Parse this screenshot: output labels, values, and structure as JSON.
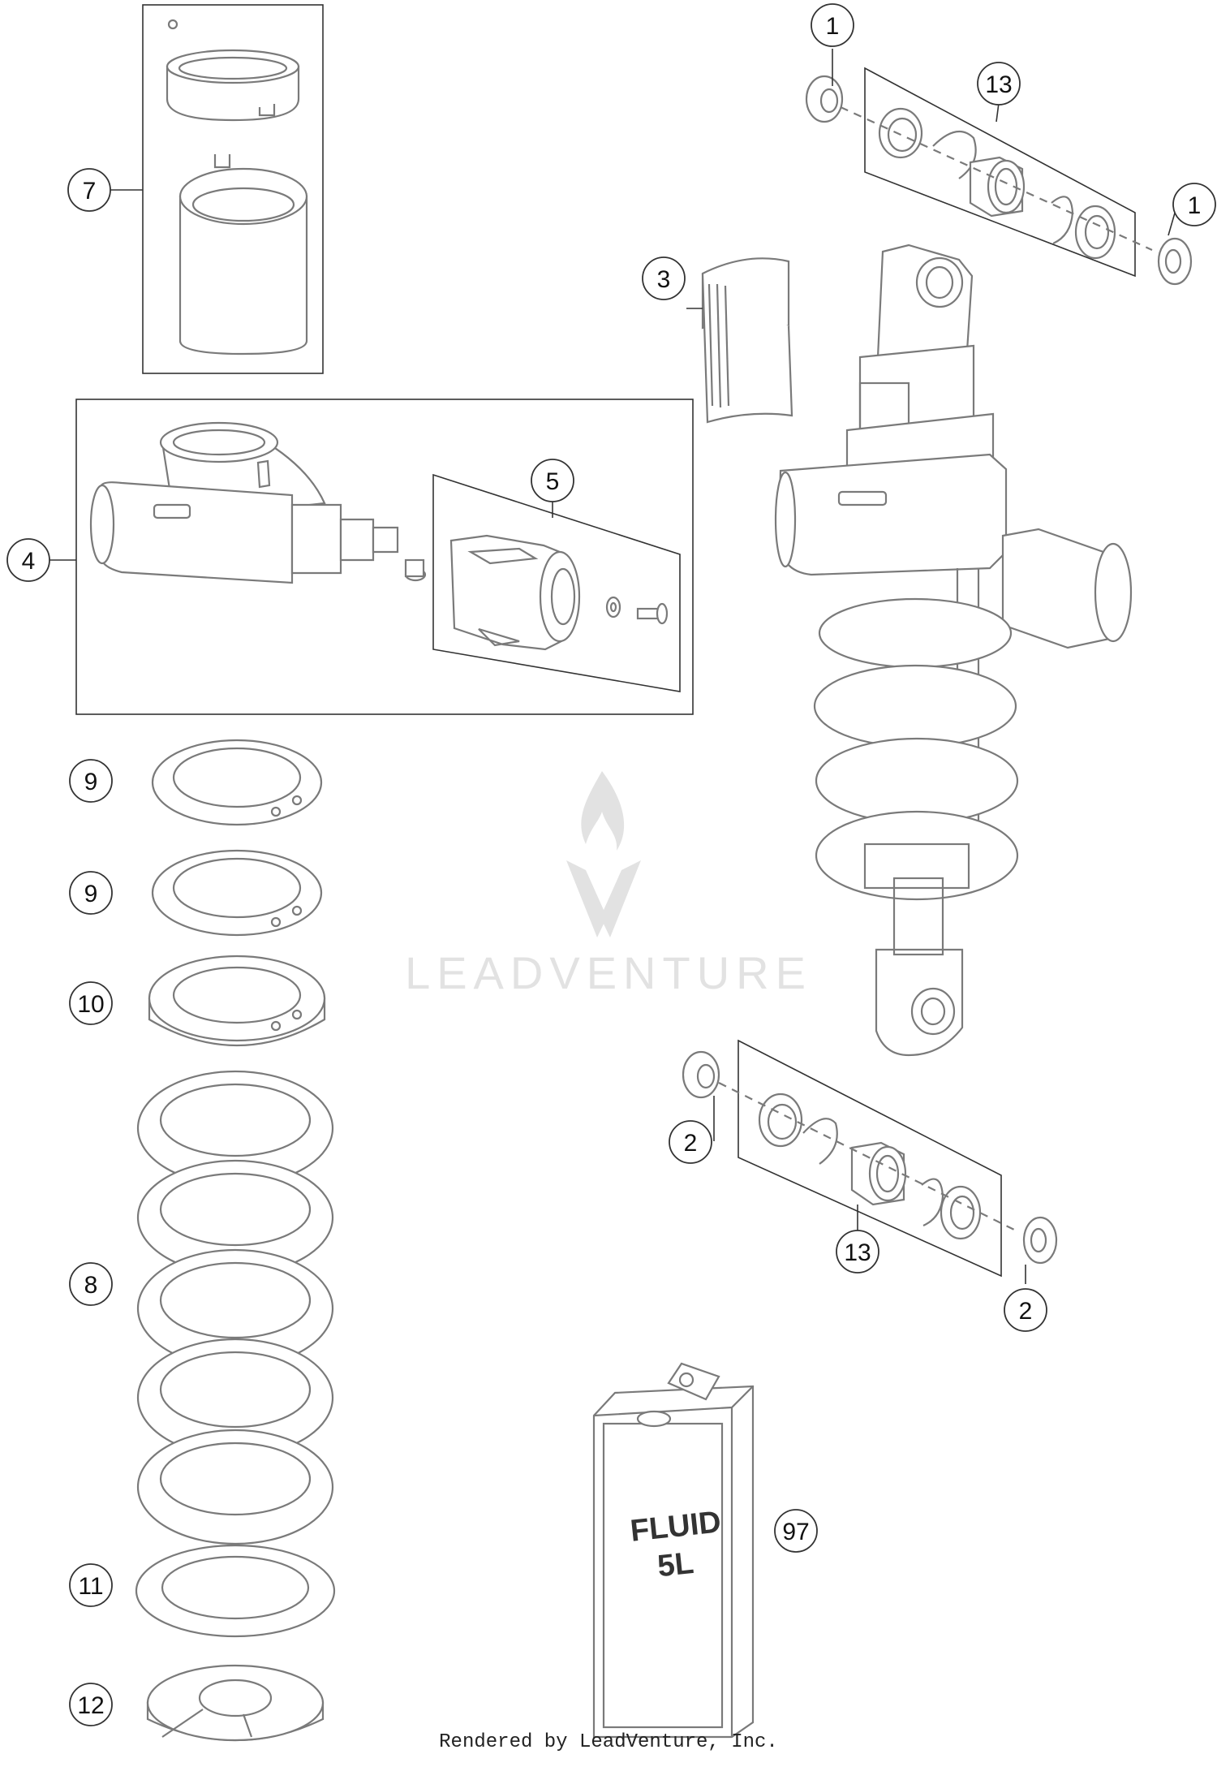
{
  "diagram": {
    "watermark": "LEADVENTURE",
    "footer": "Rendered by LeadVenture, Inc.",
    "can_label_line1": "FLUID",
    "can_label_line2": "5L",
    "colors": {
      "line": "#7a7a7a",
      "callout": "#333333",
      "watermark": "#e2e2e2"
    },
    "callouts": {
      "c1a": "1",
      "c1b": "1",
      "c13a": "13",
      "c3": "3",
      "c7": "7",
      "c4": "4",
      "c5": "5",
      "c9a": "9",
      "c9b": "9",
      "c10": "10",
      "c8": "8",
      "c11": "11",
      "c12": "12",
      "c2a": "2",
      "c2b": "2",
      "c13b": "13",
      "c97": "97"
    }
  }
}
